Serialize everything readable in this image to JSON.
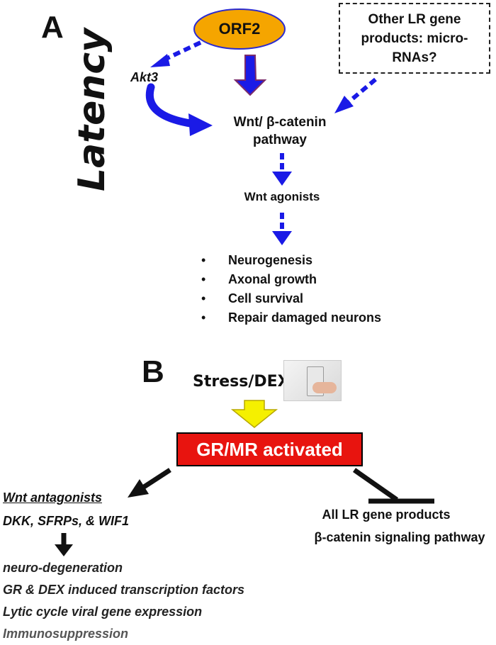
{
  "panel_a": {
    "letter": "A",
    "side_label": "Latency",
    "orf2": "ORF2",
    "akt3": "Akt3",
    "other_lr": "Other LR gene products: micro-RNAs?",
    "wnt_pathway": "Wnt/ β-catenin pathway",
    "wnt_agonists": "Wnt agonists",
    "outcomes": [
      "Neurogenesis",
      "Axonal growth",
      "Cell survival",
      "Repair damaged neurons"
    ],
    "bullet_char": "•"
  },
  "panel_b": {
    "letter": "B",
    "stress": "Stress/DEX",
    "gr_mr": "GR/MR activated",
    "wnt_antagonists": "Wnt antagonists",
    "antagonist_list": "DKK, SFRPs, & WIF1",
    "effects": [
      "neuro-degeneration",
      "GR & DEX induced transcription factors",
      "Lytic cycle viral gene expression",
      "Immunosuppression"
    ],
    "lr_products": "All LR gene products",
    "beta_catenin": "β-catenin signaling pathway"
  },
  "colors": {
    "arrow_blue": "#1a1ae6",
    "orf2_fill": "#f5a500",
    "gr_box": "#e8140f",
    "yellow_arrow": "#f5f000"
  }
}
